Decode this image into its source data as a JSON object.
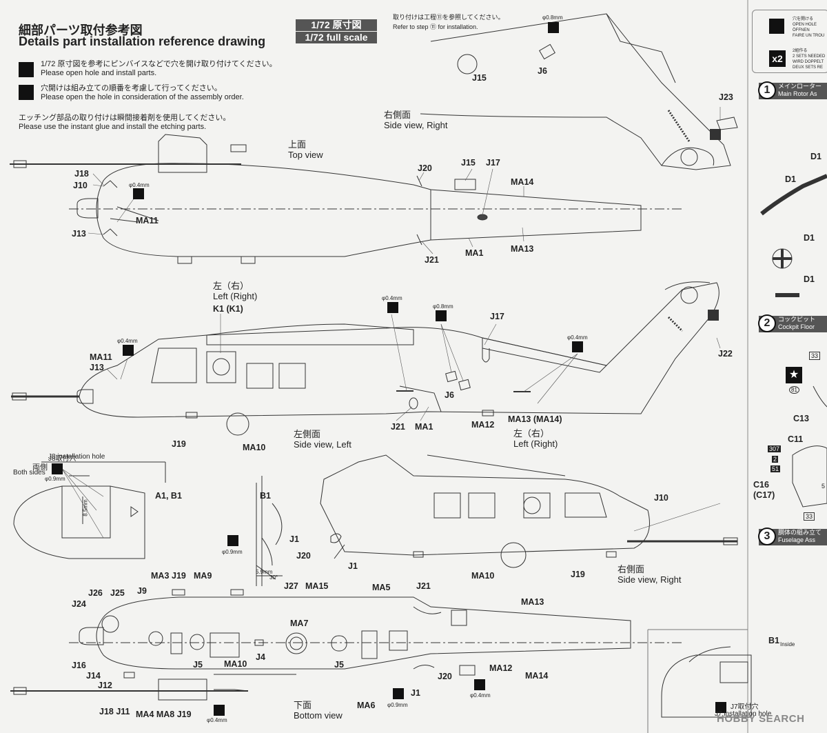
{
  "header": {
    "title_jp": "細部パーツ取付参考図",
    "title_en": "Details part installation reference drawing",
    "scale_jp": "1/72 原寸図",
    "scale_en": "1/72 full scale",
    "refer_jp": "取り付けは工程⑪を参照してください。",
    "refer_en": "Refer to step ⑪ for installation."
  },
  "notes": [
    {
      "jp": "1/72 原寸図を参考にピンバイスなどで穴を開け取り付けてください。",
      "en": "Please open hole and install parts."
    },
    {
      "jp": "穴開けは組み立ての順番を考慮して行ってください。",
      "en": "Please open the hole in consideration of the assembly order."
    },
    {
      "jp": "エッチング部品の取り付けは瞬間接着剤を使用してください。",
      "en": "Please use the instant glue and install the etching parts."
    }
  ],
  "views": {
    "right_upper": {
      "jp": "右側面",
      "en": "Side view, Right"
    },
    "top": {
      "jp": "上面",
      "en": "Top view"
    },
    "left": {
      "jp": "左側面",
      "en": "Side view, Left"
    },
    "right": {
      "jp": "右側面",
      "en": "Side view, Right"
    },
    "bottom": {
      "jp": "下面",
      "en": "Bottom view"
    },
    "left_right_jp": "左（右）",
    "left_right_en": "Left (Right)"
  },
  "parts": {
    "J15a": "J15",
    "J6a": "J6",
    "J23": "J23",
    "J18": "J18",
    "J10a": "J10",
    "MA11a": "MA11",
    "J13a": "J13",
    "J20a": "J20",
    "J15b": "J15",
    "J17a": "J17",
    "MA14a": "MA14",
    "J21a": "J21",
    "MA1a": "MA1",
    "MA13a": "MA13",
    "K1": "K1 (K1)",
    "J17b": "J17",
    "J22": "J22",
    "MA11b": "MA11",
    "J13b": "J13",
    "J6b": "J6",
    "J19a": "J19",
    "MA10a": "MA10",
    "J21b": "J21",
    "MA1b": "MA1",
    "MA12a": "MA12",
    "MA13b": "MA13 (MA14)",
    "A1B1": "A1, B1",
    "B1a": "B1",
    "J1a": "J1",
    "J20b": "J20",
    "J1b": "J1",
    "J10b": "J10",
    "MA10b": "MA10",
    "J19b": "J19",
    "MA3": "MA3",
    "J19c": "J19",
    "MA9": "MA9",
    "J27": "J27",
    "MA15": "MA15",
    "MA5": "MA5",
    "J21c": "J21",
    "MA13c": "MA13",
    "J26": "J26",
    "J25": "J25",
    "J9": "J9",
    "J24": "J24",
    "MA7": "MA7",
    "J16": "J16",
    "J14": "J14",
    "J12": "J12",
    "J5a": "J5",
    "MA10c": "MA10",
    "J4": "J4",
    "J5b": "J5",
    "MA12b": "MA12",
    "MA14b": "MA14",
    "J20c": "J20",
    "J1c": "J1",
    "MA6": "MA6",
    "J18J11": "J18 J11",
    "MA4row": "MA4 MA8 J19",
    "D1a": "D1",
    "D1b": "D1",
    "D1c": "D1",
    "D1d": "D1",
    "c33a": "33",
    "c81": "81",
    "C13": "C13",
    "C11": "C11",
    "c307": "307",
    "c2": "2",
    "c51": "51",
    "C16": "C16",
    "C17": "(C17)",
    "c5": "5",
    "c33b": "33",
    "B1inside": "B1",
    "inside": "Inside"
  },
  "labels": {
    "j8_jp": "J8取付穴",
    "j8_en": "J8 installation hole",
    "both_jp": "両側",
    "both_en": "Both sides",
    "d04": "φ0.4mm",
    "d08": "φ0.8mm",
    "d09": "φ0.9mm",
    "dim_59": "5.9mm",
    "dim_85": "8.5mm",
    "ang_30": "30°",
    "j7_jp": "J7取付穴",
    "j7_en": "J7 installation hole"
  },
  "sidebar": {
    "legend1": [
      "穴を開ける",
      "OPEN HOLE",
      "ÖFFNEN",
      "FAIRE UN TROU"
    ],
    "legend2": [
      "2組作る",
      "2 SETS NEEDED",
      "WIRD DOPPELT",
      "DEUX SETS RE"
    ],
    "x2": "x2",
    "step1_num": "1",
    "step1_jp": "メインローター",
    "step1_en": "Main Rotor As",
    "step2_num": "2",
    "step2_jp": "コックピット",
    "step2_en": "Cockpit Floor",
    "step3_num": "3",
    "step3_jp": "胴体の組み立て",
    "step3_en": "Fuselage Ass"
  },
  "watermark": "HOBBY SEARCH"
}
